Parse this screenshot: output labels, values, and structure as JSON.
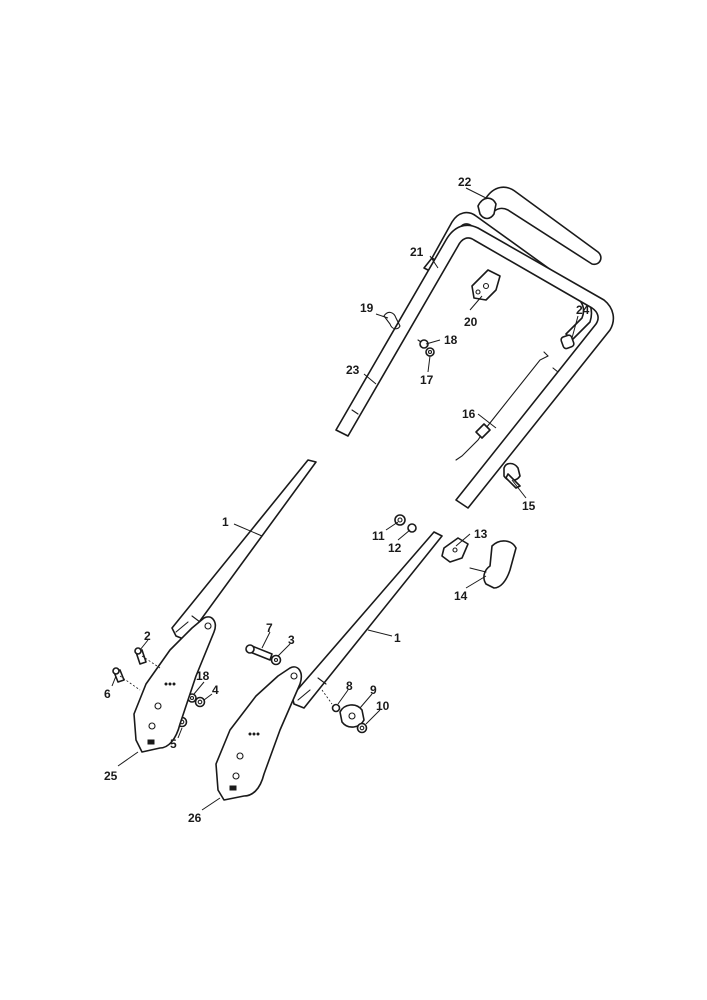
{
  "diagram": {
    "callouts": [
      {
        "id": "c22",
        "label": "22"
      },
      {
        "id": "c21",
        "label": "21"
      },
      {
        "id": "c24",
        "label": "24"
      },
      {
        "id": "c19",
        "label": "19"
      },
      {
        "id": "c20",
        "label": "20"
      },
      {
        "id": "c18a",
        "label": "18"
      },
      {
        "id": "c17",
        "label": "17"
      },
      {
        "id": "c23",
        "label": "23"
      },
      {
        "id": "c16",
        "label": "16"
      },
      {
        "id": "c15",
        "label": "15"
      },
      {
        "id": "c1a",
        "label": "1"
      },
      {
        "id": "c13",
        "label": "13"
      },
      {
        "id": "c11",
        "label": "11"
      },
      {
        "id": "c12",
        "label": "12"
      },
      {
        "id": "c14",
        "label": "14"
      },
      {
        "id": "c2",
        "label": "2"
      },
      {
        "id": "c7",
        "label": "7"
      },
      {
        "id": "c3",
        "label": "3"
      },
      {
        "id": "c1b",
        "label": "1"
      },
      {
        "id": "c6",
        "label": "6"
      },
      {
        "id": "c18b",
        "label": "18"
      },
      {
        "id": "c4",
        "label": "4"
      },
      {
        "id": "c8",
        "label": "8"
      },
      {
        "id": "c9",
        "label": "9"
      },
      {
        "id": "c10",
        "label": "10"
      },
      {
        "id": "c5",
        "label": "5"
      },
      {
        "id": "c25",
        "label": "25"
      },
      {
        "id": "c26",
        "label": "26"
      }
    ]
  }
}
